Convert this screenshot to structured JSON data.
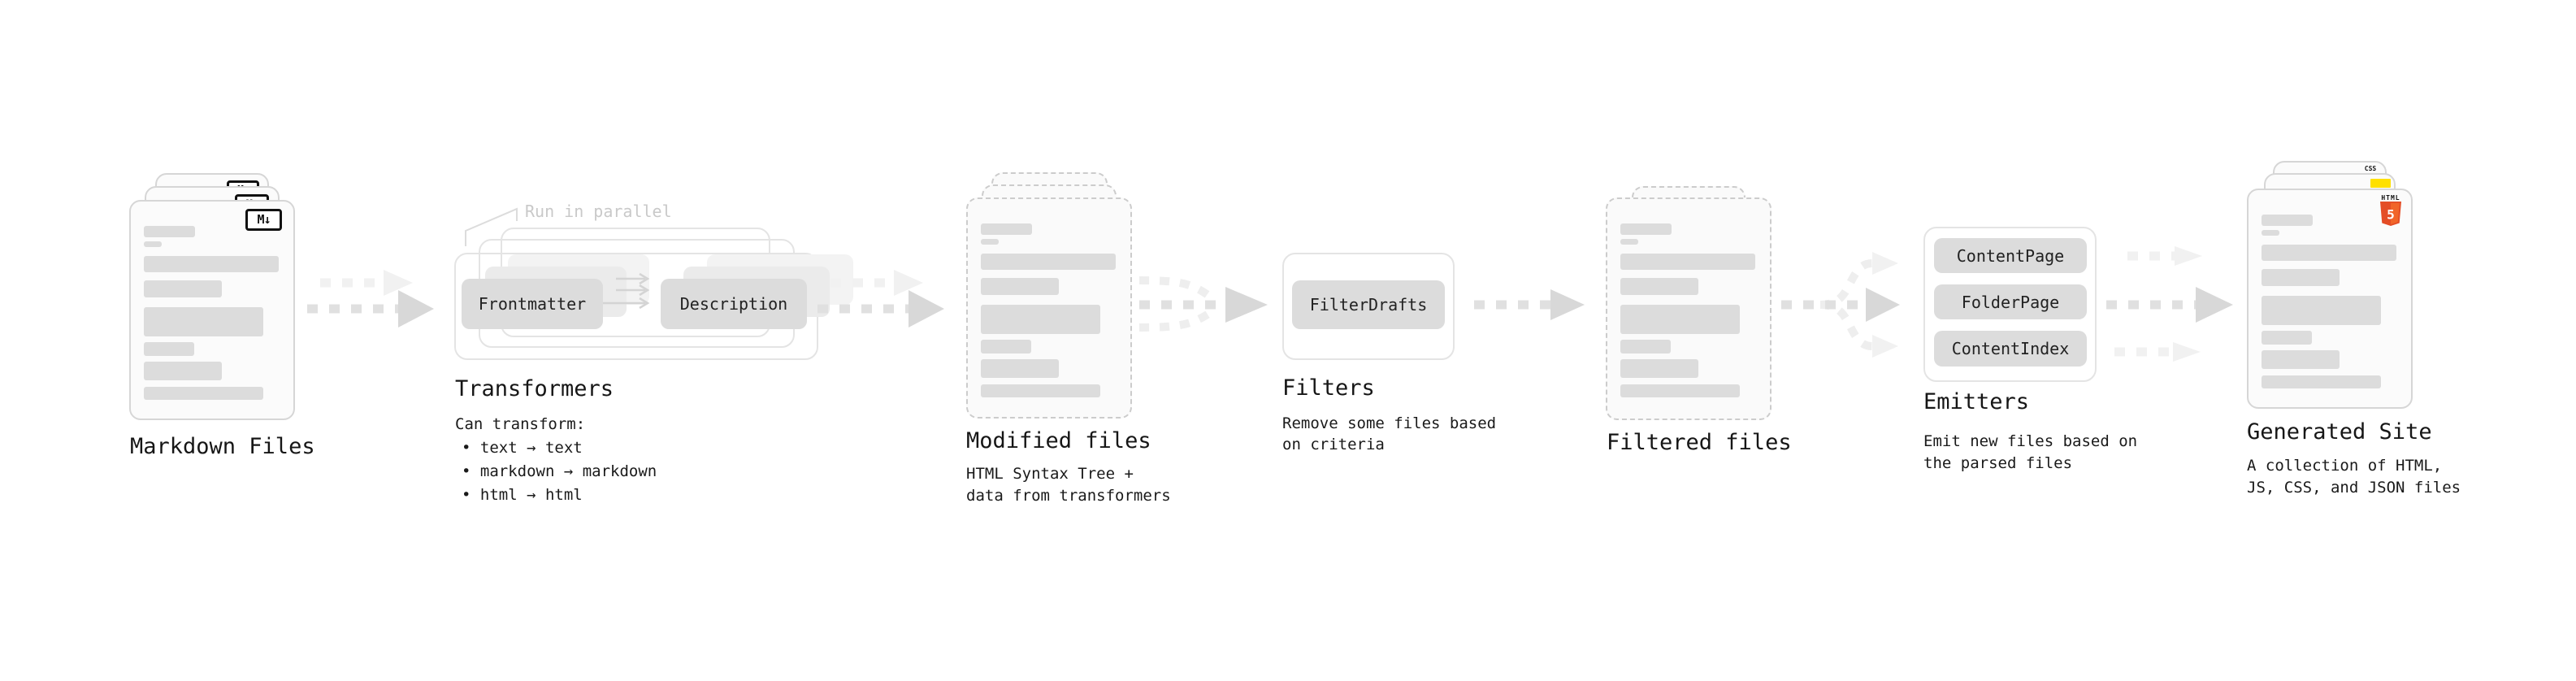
{
  "nodes": {
    "markdown": {
      "title": "Markdown Files",
      "badge": "M↓"
    },
    "transformers": {
      "title": "Transformers",
      "annotation": "Run in parallel",
      "pill_frontmatter": "Frontmatter",
      "pill_description": "Description",
      "desc_heading": "Can transform:",
      "bullets": [
        "• text → text",
        "• markdown → markdown",
        "• html → html"
      ]
    },
    "modified": {
      "title": "Modified files",
      "desc_line1": "HTML Syntax Tree +",
      "desc_line2": "data from transformers"
    },
    "filters": {
      "title": "Filters",
      "pill": "FilterDrafts",
      "desc_line1": "Remove some files based",
      "desc_line2": "on criteria"
    },
    "filtered": {
      "title": "Filtered files"
    },
    "emitters": {
      "title": "Emitters",
      "pills": [
        "ContentPage",
        "FolderPage",
        "ContentIndex"
      ],
      "desc_line1": "Emit new files based on",
      "desc_line2": "the parsed files"
    },
    "generated": {
      "title": "Generated Site",
      "desc_line1": "A collection of HTML,",
      "desc_line2": "JS, CSS, and JSON files",
      "badge_css": "CSS",
      "badge_html_label": "HTML",
      "badge_html_number": "5"
    }
  },
  "colors": {
    "text": "#1a1a1a",
    "annotation_gray": "#c9c9c9",
    "pill_fill": "#dcdcdc",
    "doc_border": "#d6d6d6",
    "dashed_border": "#cccccc",
    "arrow_dark": "#dfdfdf",
    "arrow_light": "#f1f1f1",
    "js_badge_yellow": "#ffe000",
    "css_badge_blue": "#2d6ae3",
    "html5_orange": "#e44d26",
    "html5_orange_light": "#f16529"
  }
}
